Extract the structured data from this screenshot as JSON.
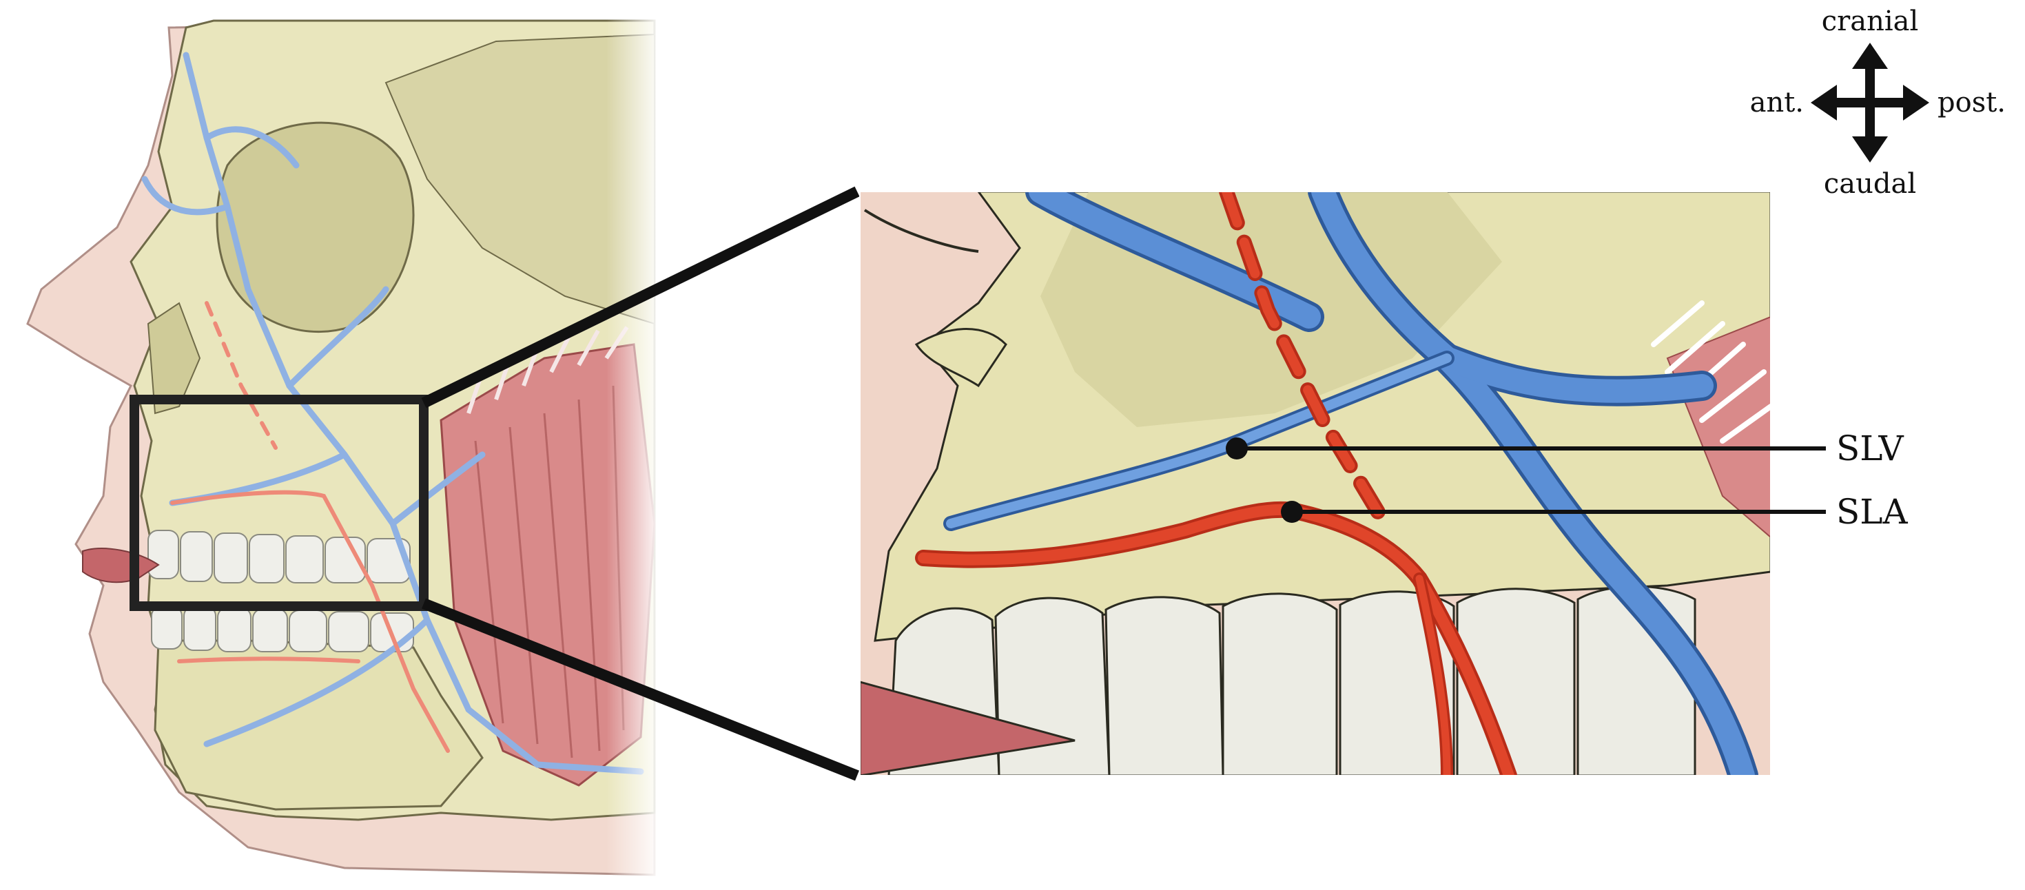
{
  "labels": {
    "slv": "SLV",
    "sla": "SLA"
  },
  "compass": {
    "top": "cranial",
    "bottom": "caudal",
    "left": "ant.",
    "right": "post."
  },
  "colors": {
    "bone": "#e9e6bd",
    "bone_shadow": "#cfcb98",
    "skin": "#f2d9cf",
    "vein": "#5b8fd6",
    "vein_light": "#9fbde6",
    "artery": "#e0452a",
    "artery_light": "#ee8a78",
    "muscle": "#d98a8a",
    "tooth": "#efefea",
    "lip": "#c4666a",
    "frame": "#111111"
  }
}
